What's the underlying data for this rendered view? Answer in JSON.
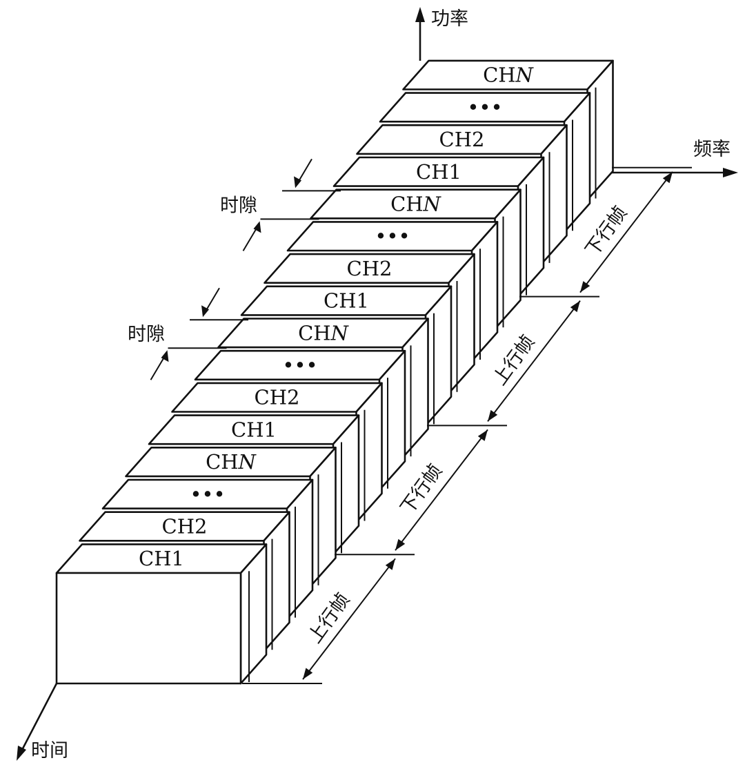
{
  "axes": {
    "power": "功率",
    "frequency": "频率",
    "time": "时间"
  },
  "slot_label": "时隙",
  "frames": [
    {
      "label": "上行帧"
    },
    {
      "label": "下行帧"
    },
    {
      "label": "上行帧"
    },
    {
      "label": "下行帧"
    }
  ],
  "slots": [
    {
      "text": "CH1",
      "italic": ""
    },
    {
      "text": "CH2",
      "italic": ""
    },
    {
      "text": "•••",
      "italic": ""
    },
    {
      "text": "CH",
      "italic": "N"
    },
    {
      "text": "CH1",
      "italic": ""
    },
    {
      "text": "CH2",
      "italic": ""
    },
    {
      "text": "•••",
      "italic": ""
    },
    {
      "text": "CH",
      "italic": "N"
    },
    {
      "text": "CH1",
      "italic": ""
    },
    {
      "text": "CH2",
      "italic": ""
    },
    {
      "text": "•••",
      "italic": ""
    },
    {
      "text": "CH",
      "italic": "N"
    },
    {
      "text": "CH1",
      "italic": ""
    },
    {
      "text": "CH2",
      "italic": ""
    },
    {
      "text": "•••",
      "italic": ""
    },
    {
      "text": "CH",
      "italic": "N"
    }
  ]
}
